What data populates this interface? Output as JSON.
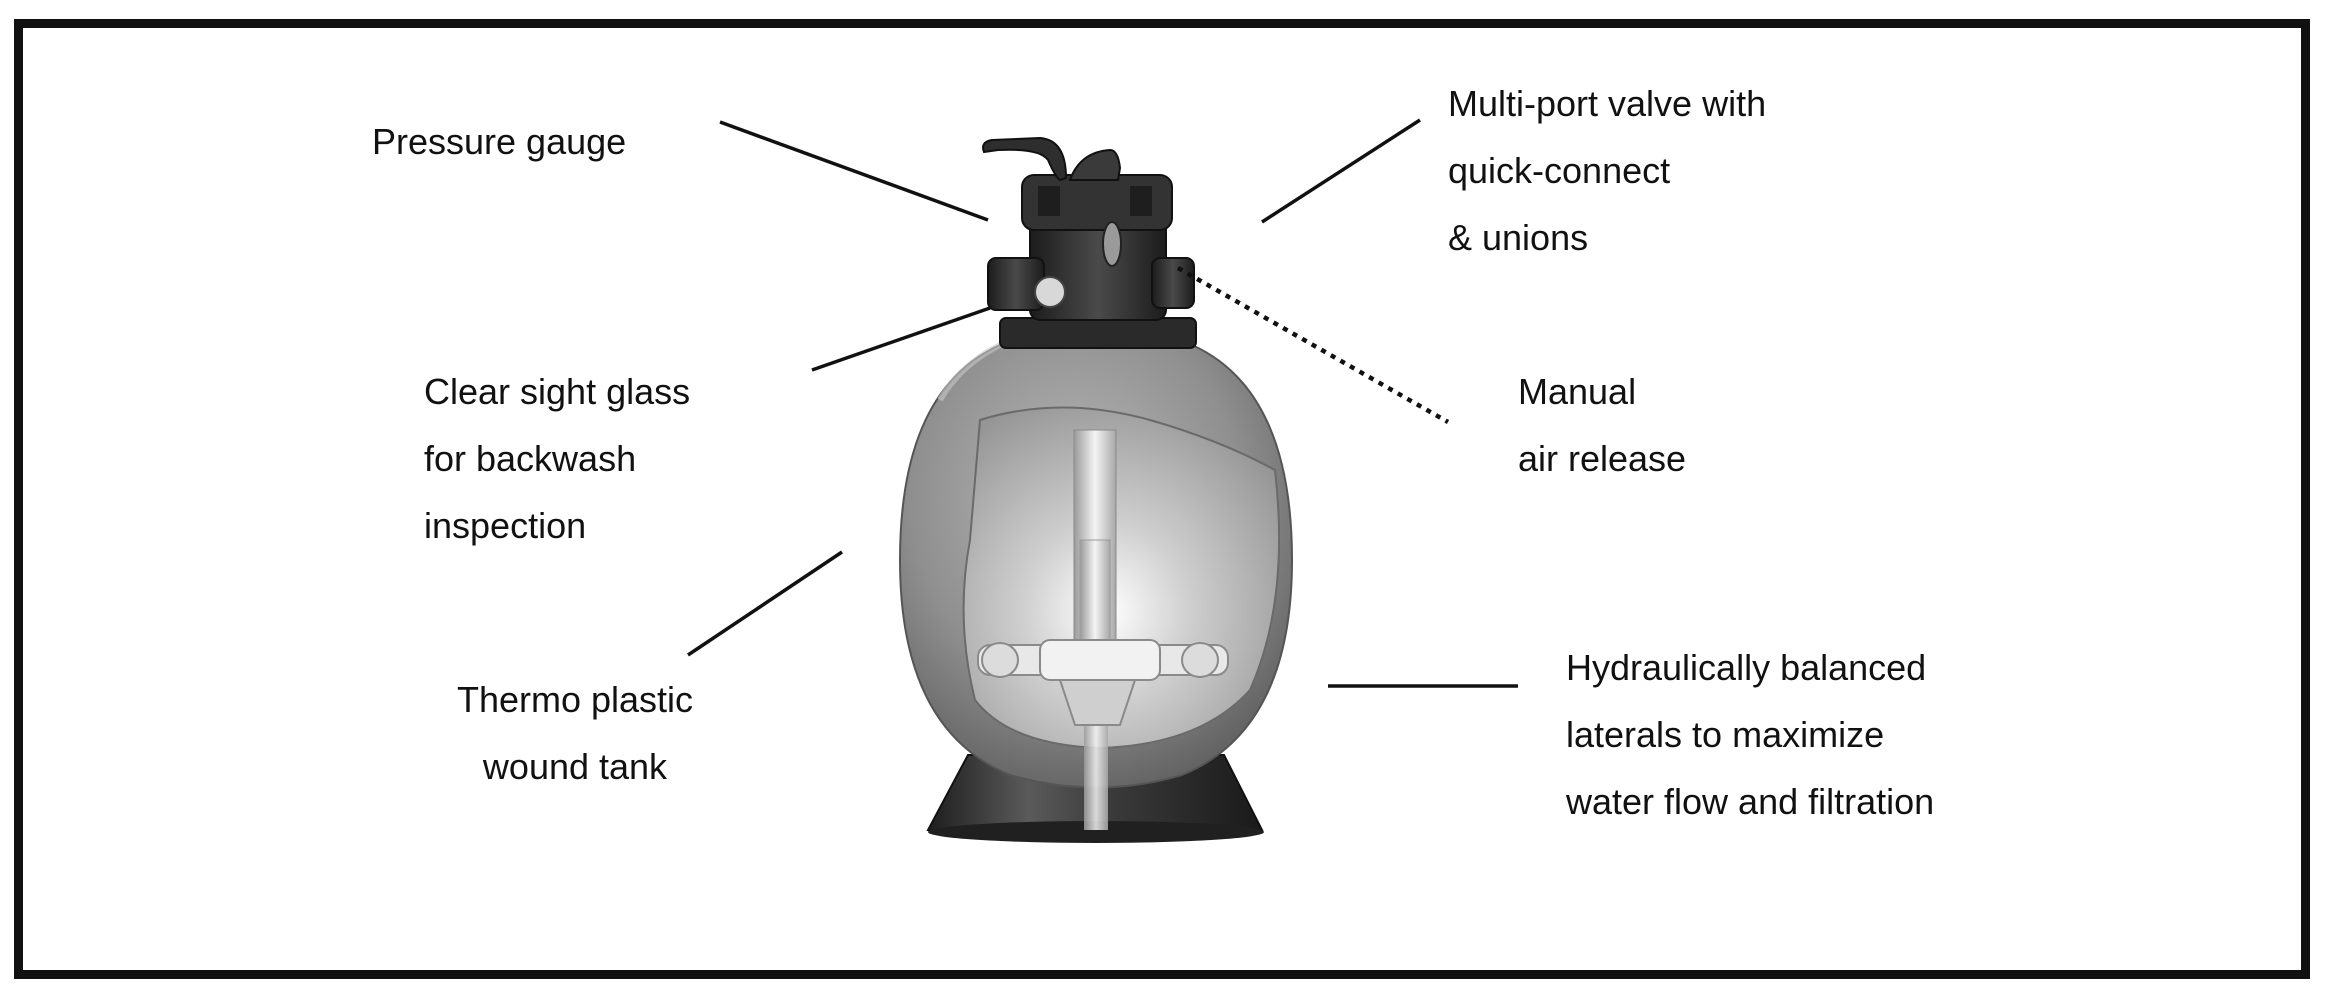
{
  "colors": {
    "frame": "#111111",
    "text": "#111111",
    "leader": "#111111",
    "tank_body": "#8f8f8f",
    "tank_dark": "#2a2a2a",
    "laterals": "#e6e6e6"
  },
  "labels": {
    "pressure_gauge": [
      "Pressure gauge"
    ],
    "multiport_valve": [
      "Multi-port valve with",
      "quick-connect",
      "& unions"
    ],
    "sight_glass": [
      "Clear sight glass",
      "for backwash",
      "inspection"
    ],
    "air_release": [
      "Manual",
      "air release"
    ],
    "tank": [
      "Thermo plastic",
      "wound tank"
    ],
    "laterals": [
      "Hydraulically balanced",
      "laterals to maximize",
      "water flow and filtration"
    ]
  },
  "illustration": {
    "subject": "sand filter with multi-port valve",
    "icon": "pool-sand-filter-icon"
  }
}
